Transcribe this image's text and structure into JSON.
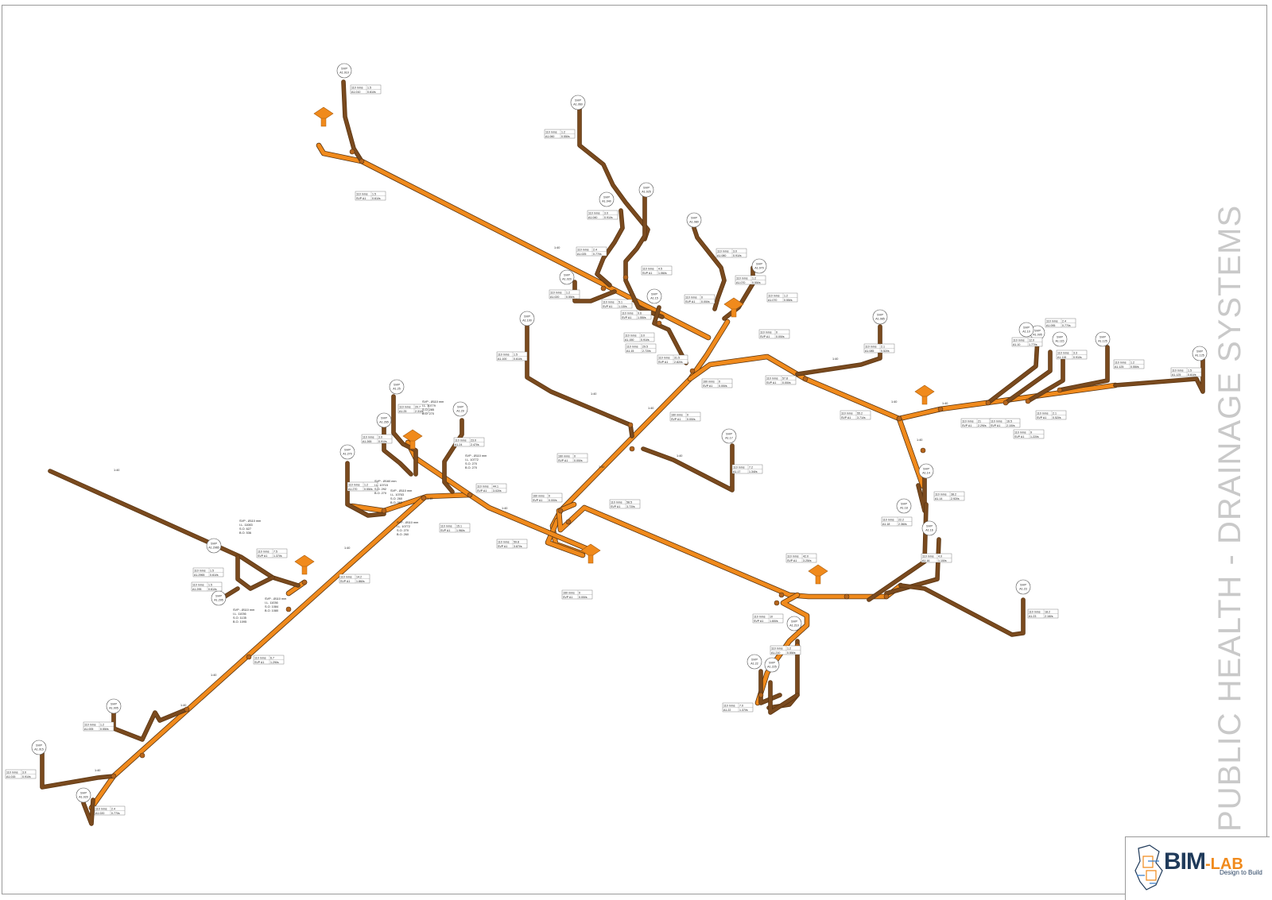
{
  "title": "PUBLIC HEALTH - DRAINAGE SYSTEMS",
  "logo": {
    "brand": "BIM",
    "brand_suffix": "LAB",
    "tagline": "Design to Build"
  },
  "colors": {
    "main_pipe": "#f08a1c",
    "branch_pipe": "#7a4a1e",
    "fitting": "#b5651d",
    "label_text": "#222222"
  },
  "stacks": [
    {
      "code": "A1.010"
    },
    {
      "code": "A1.060"
    },
    {
      "code": "A1.025"
    },
    {
      "code": "A1.040"
    },
    {
      "code": "A1.080"
    },
    {
      "code": "A1.070"
    },
    {
      "code": "A1.020"
    },
    {
      "code": "A1.15"
    },
    {
      "code": "A1.100"
    },
    {
      "code": "A1.085"
    },
    {
      "code": "A1.095"
    },
    {
      "code": "A1.10"
    },
    {
      "code": "A1.115"
    },
    {
      "code": "A1.125"
    },
    {
      "code": "A1.125"
    },
    {
      "code": "A1.25"
    },
    {
      "code": "A1.29"
    },
    {
      "code": "A1.265"
    },
    {
      "code": "A1.270"
    },
    {
      "code": "A1.17"
    },
    {
      "code": "A1.14"
    },
    {
      "code": "A1.18"
    },
    {
      "code": "A1.16"
    },
    {
      "code": "A1.23"
    },
    {
      "code": "A1.2965"
    },
    {
      "code": "A1.295"
    },
    {
      "code": "A1.210"
    },
    {
      "code": "A1.22"
    },
    {
      "code": "A1.225"
    },
    {
      "code": "A1.005"
    },
    {
      "code": "A1.015"
    },
    {
      "code": "A1.020"
    }
  ],
  "tags": [
    {
      "size": "110 mms",
      "flow": "1.5",
      "ref": "A1.010",
      "rate": "0.61l/s"
    },
    {
      "size": "110 mms",
      "flow": "1.5",
      "ref": "SVP A1",
      "rate": "0.61l/s"
    },
    {
      "size": "110 mms",
      "flow": "1.2",
      "ref": "A1.060",
      "rate": "0.55l/s"
    },
    {
      "size": "110 mms",
      "flow": "3.0",
      "ref": "A1.040",
      "rate": "0.91l/s"
    },
    {
      "size": "110 mms",
      "flow": "2.4",
      "ref": "A1.025",
      "rate": "0.77l/s"
    },
    {
      "size": "110 mms",
      "flow": "4.5",
      "ref": "SVP A1",
      "rate": "1.06l/s"
    },
    {
      "size": "110 mms",
      "flow": "1.2",
      "ref": "A1.020",
      "rate": "0.55l/s"
    },
    {
      "size": "110 mms",
      "flow": "5.1",
      "ref": "SVP A1",
      "rate": "1.13l/s"
    },
    {
      "size": "110 mms",
      "flow": "9.6",
      "ref": "SVP A1",
      "rate": "1.55l/s"
    },
    {
      "size": "110 mms",
      "flow": "3.0",
      "ref": "A1.080",
      "rate": "0.91l/s"
    },
    {
      "size": "110 mms",
      "flow": "1.2",
      "ref": "A1.070",
      "rate": "0.55l/s"
    },
    {
      "size": "110 mms",
      "flow": "1.2",
      "ref": "A1.070",
      "rate": "0.55l/s"
    },
    {
      "size": "110 mms",
      "flow": "0",
      "ref": "SVP A1",
      "rate": "0.00l/s"
    },
    {
      "size": "110 mms",
      "flow": "3.0",
      "ref": "A1.150",
      "rate": "0.91l/s"
    },
    {
      "size": "110 mms",
      "flow": "29.5",
      "ref": "A1.15",
      "rate": "2.72l/s"
    },
    {
      "size": "110 mms",
      "flow": "31.5",
      "ref": "SVP A1",
      "rate": "2.82l/s"
    },
    {
      "size": "110 mms",
      "flow": "0",
      "ref": "SVP A1",
      "rate": "0.00l/s"
    },
    {
      "size": "110 mms",
      "flow": "1.5",
      "ref": "A1.100",
      "rate": "0.61l/s"
    },
    {
      "size": "160 mms",
      "flow": "0",
      "ref": "SVP A1",
      "rate": "0.00l/s"
    },
    {
      "size": "110 mms",
      "flow": "57.8",
      "ref": "SVP A1",
      "rate": "0.00l/s"
    },
    {
      "size": "110 mms",
      "flow": "2.1",
      "ref": "A1.085",
      "rate": "0.52l/s"
    },
    {
      "size": "110 mms",
      "flow": "2.4",
      "ref": "A1.095",
      "rate": "0.77l/s"
    },
    {
      "size": "110 mms",
      "flow": "12.0",
      "ref": "A1.10",
      "rate": "1.77l/s"
    },
    {
      "size": "110 mms",
      "flow": "3.3",
      "ref": "A1.115",
      "rate": "0.91l/s"
    },
    {
      "size": "110 mms",
      "flow": "1.2",
      "ref": "A1.125",
      "rate": "0.55l/s"
    },
    {
      "size": "110 mms",
      "flow": "1.5",
      "ref": "A1.125",
      "rate": "0.61l/s"
    },
    {
      "size": "110 mms",
      "flow": "55.2",
      "ref": "SVP A1",
      "rate": "3.71l/s"
    },
    {
      "size": "110 mms",
      "flow": "21",
      "ref": "SVP A1",
      "rate": "2.29l/s"
    },
    {
      "size": "110 mms",
      "flow": "16.5",
      "ref": "SVP A1",
      "rate": "2.10l/s"
    },
    {
      "size": "110 mms",
      "flow": "9",
      "ref": "SVP A1",
      "rate": "1.22l/s"
    },
    {
      "size": "110 mms",
      "flow": "2.1",
      "ref": "SVP A1",
      "rate": "0.52l/s"
    },
    {
      "size": "160 mms",
      "flow": "0",
      "ref": "SVP A1",
      "rate": "0.00l/s"
    },
    {
      "size": "110 mms",
      "flow": "7.2",
      "ref": "A1.17",
      "rate": "1.34l/s"
    },
    {
      "size": "110 mms",
      "flow": "38.2",
      "ref": "A1.14",
      "rate": "2.92l/s"
    },
    {
      "size": "110 mms",
      "flow": "20.7",
      "ref": "A1.25",
      "rate": "2.31l/s"
    },
    {
      "size": "110 mms",
      "flow": "3.0",
      "ref": "A1.265",
      "rate": "0.91l/s"
    },
    {
      "size": "110 mms",
      "flow": "23.0",
      "ref": "A1.24",
      "rate": "2.47l/s"
    },
    {
      "size": "110 mms",
      "flow": "1.2",
      "ref": "A1.270",
      "rate": "0.55l/s"
    },
    {
      "size": "110 mms",
      "flow": "44.1",
      "ref": "SVP A1",
      "rate": "3.02l/s"
    },
    {
      "size": "110 mms",
      "flow": "15.1",
      "ref": "SVP A1",
      "rate": "1.96l/s"
    },
    {
      "size": "110 mms",
      "flow": "59.8",
      "ref": "SVP A1",
      "rate": "3.87l/s"
    },
    {
      "size": "160 mms",
      "flow": "0",
      "ref": "SVP A1",
      "rate": "0.00l/s"
    },
    {
      "size": "160 mms",
      "flow": "0",
      "ref": "SVP A1",
      "rate": "0.00l/s"
    },
    {
      "size": "160 mms",
      "flow": "0",
      "ref": "SVP A1",
      "rate": "0.00l/s"
    },
    {
      "size": "110 mms",
      "flow": "58.5",
      "ref": "SVP A1",
      "rate": "3.72l/s"
    },
    {
      "size": "110 mms",
      "flow": "22.2",
      "ref": "A1.18",
      "rate": "2.36l/s"
    },
    {
      "size": "110 mms",
      "flow": "4.0",
      "ref": "A1.16",
      "rate": "1.10l/s"
    },
    {
      "size": "110 mms",
      "flow": "42.0",
      "ref": "SVP A1",
      "rate": "3.25l/s"
    },
    {
      "size": "110 mms",
      "flow": "18.2",
      "ref": "A1.23",
      "rate": "2.16l/s"
    },
    {
      "size": "110 mms",
      "flow": "7.5",
      "ref": "SVP A1",
      "rate": "1.37l/s"
    },
    {
      "size": "110 mms",
      "flow": "1.5",
      "ref": "A1.2965",
      "rate": "0.61l/s"
    },
    {
      "size": "110 mms",
      "flow": "1.5",
      "ref": "A1.295",
      "rate": "0.61l/s"
    },
    {
      "size": "110 mms",
      "flow": "14.2",
      "ref": "SVP A1",
      "rate": "1.86l/s"
    },
    {
      "size": "110 mms",
      "flow": "10",
      "ref": "SVP A1",
      "rate": "1.60l/s"
    },
    {
      "size": "110 mms",
      "flow": "1.2",
      "ref": "A1.210",
      "rate": "0.55l/s"
    },
    {
      "size": "110 mms",
      "flow": "7.0",
      "ref": "A1.22",
      "rate": "1.37l/s"
    },
    {
      "size": "110 mms",
      "flow": "6.7",
      "ref": "SVP A1",
      "rate": "1.29l/s"
    },
    {
      "size": "110 mms",
      "flow": "1.2",
      "ref": "A1.005",
      "rate": "0.55l/s"
    },
    {
      "size": "110 mms",
      "flow": "3.0",
      "ref": "A1.015",
      "rate": "0.91l/s"
    },
    {
      "size": "110 mms",
      "flow": "2.4",
      "ref": "A1.020",
      "rate": "0.77l/s"
    }
  ],
  "notes": [
    "SVP - Ø110 mm\nI.L. 10779\nS.O. 285\nB.O. 270",
    "SVP - Ø110 mm\nI.L. 10772\nS.O. 270\nB.O. 270",
    "SVP - Ø160 mm\nI.L. 10715\nS.O. 292\nB.O. 270",
    "SVP - Ø110 mm\nI.L. 10763\nS.O. 260\nB.O. 062",
    "SVP - Ø110 mm\nI.L. 10772\nS.O. 270\nB.O. 260",
    "SVP - Ø110 mm\nI.L. 11083\nS.O. 627\nB.O. 536",
    "SVP - Ø110 mm\nI.L. 11036\nS.O. 1084\nB.O. 1080",
    "SVP - Ø110 mm\nI.L. 11036\nS.O. 1135\nB.O. 1095"
  ],
  "gradients": [
    "1:40",
    "1:40",
    "1:40",
    "1:40",
    "1:40",
    "1:40",
    "1:40",
    "1:40",
    "1:40",
    "1:40",
    "1:40",
    "1:40",
    "1:40",
    "1:40",
    "1:40",
    "1:40"
  ],
  "stack_label": "SVP"
}
